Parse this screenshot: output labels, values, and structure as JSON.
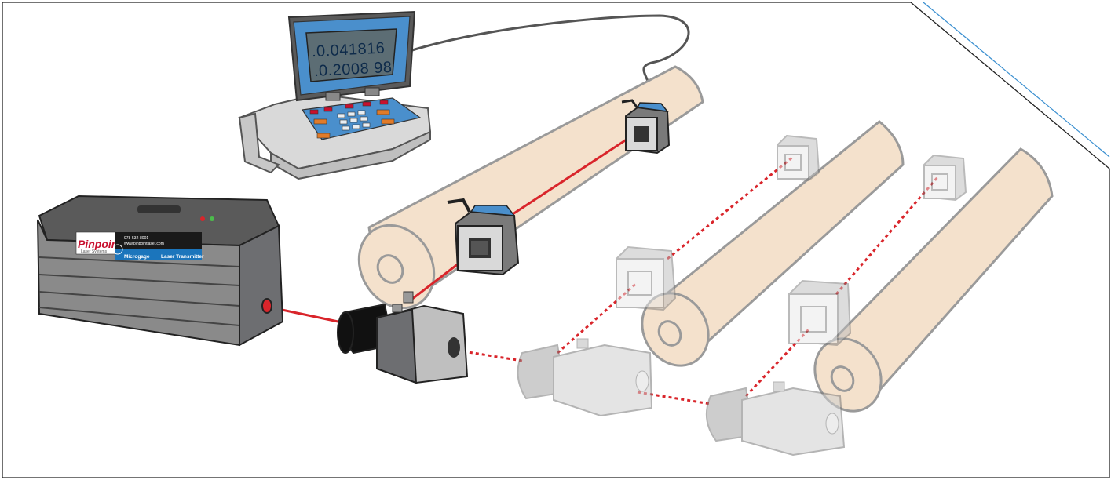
{
  "readout": {
    "line1": ".0.041816",
    "line2": ".0.2008 98"
  },
  "transmitter": {
    "brand": "Pinpoint",
    "brand_sub": "Laser Systems",
    "phone": "978-532-8001",
    "website": "www.pinpointlaser.com",
    "product": "Microgage",
    "device": "Laser Transmitter"
  },
  "colors": {
    "laser": "#d9252b",
    "roller": "#f4e1cc",
    "roller_stroke": "#9a9a9a",
    "housing": "#6d6e71",
    "screen": "#4a8fcc",
    "accent_line": "#3a8fd0",
    "label_blue": "#1b75bc"
  }
}
